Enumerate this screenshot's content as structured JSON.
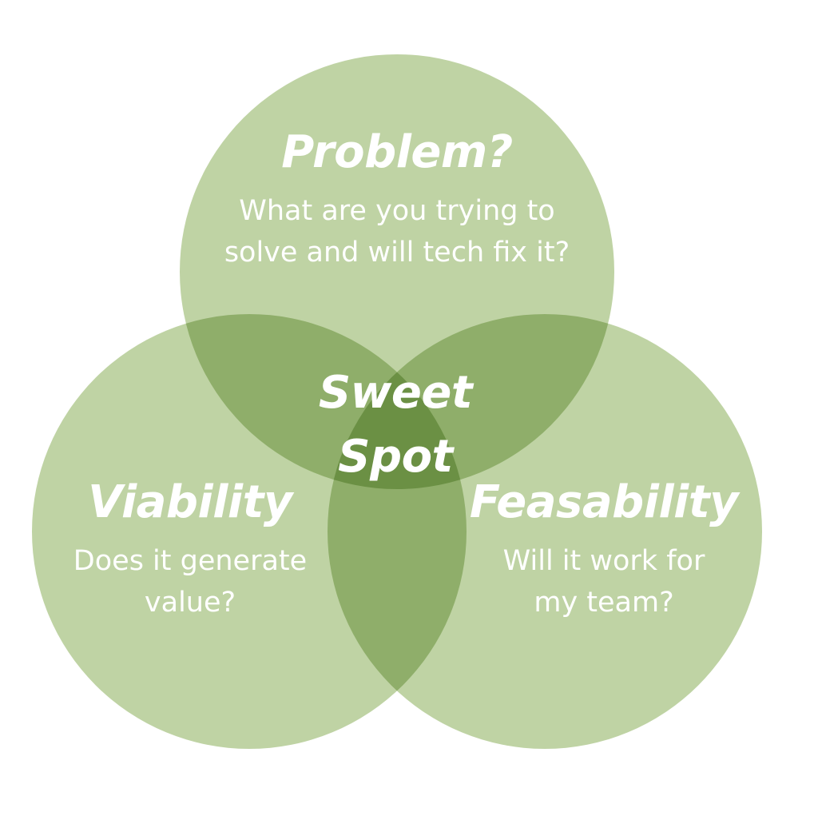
{
  "colors": {
    "background": "#ffffff",
    "circle_fill": "#bfd3a4",
    "overlap_pair": "#8eae65",
    "overlap_center": "#6b9141",
    "text": "#ffffff"
  },
  "circles": {
    "problem": {
      "title": "Problem?",
      "line1": "What are you trying to",
      "line2": "solve and will tech fix it?"
    },
    "viability": {
      "title": "Viability",
      "line1": "Does it generate",
      "line2": "value?"
    },
    "feasability": {
      "title": "Feasability",
      "line1": "Will it work for",
      "line2": "my team?"
    }
  },
  "center": {
    "line1": "Sweet",
    "line2": "Spot"
  }
}
